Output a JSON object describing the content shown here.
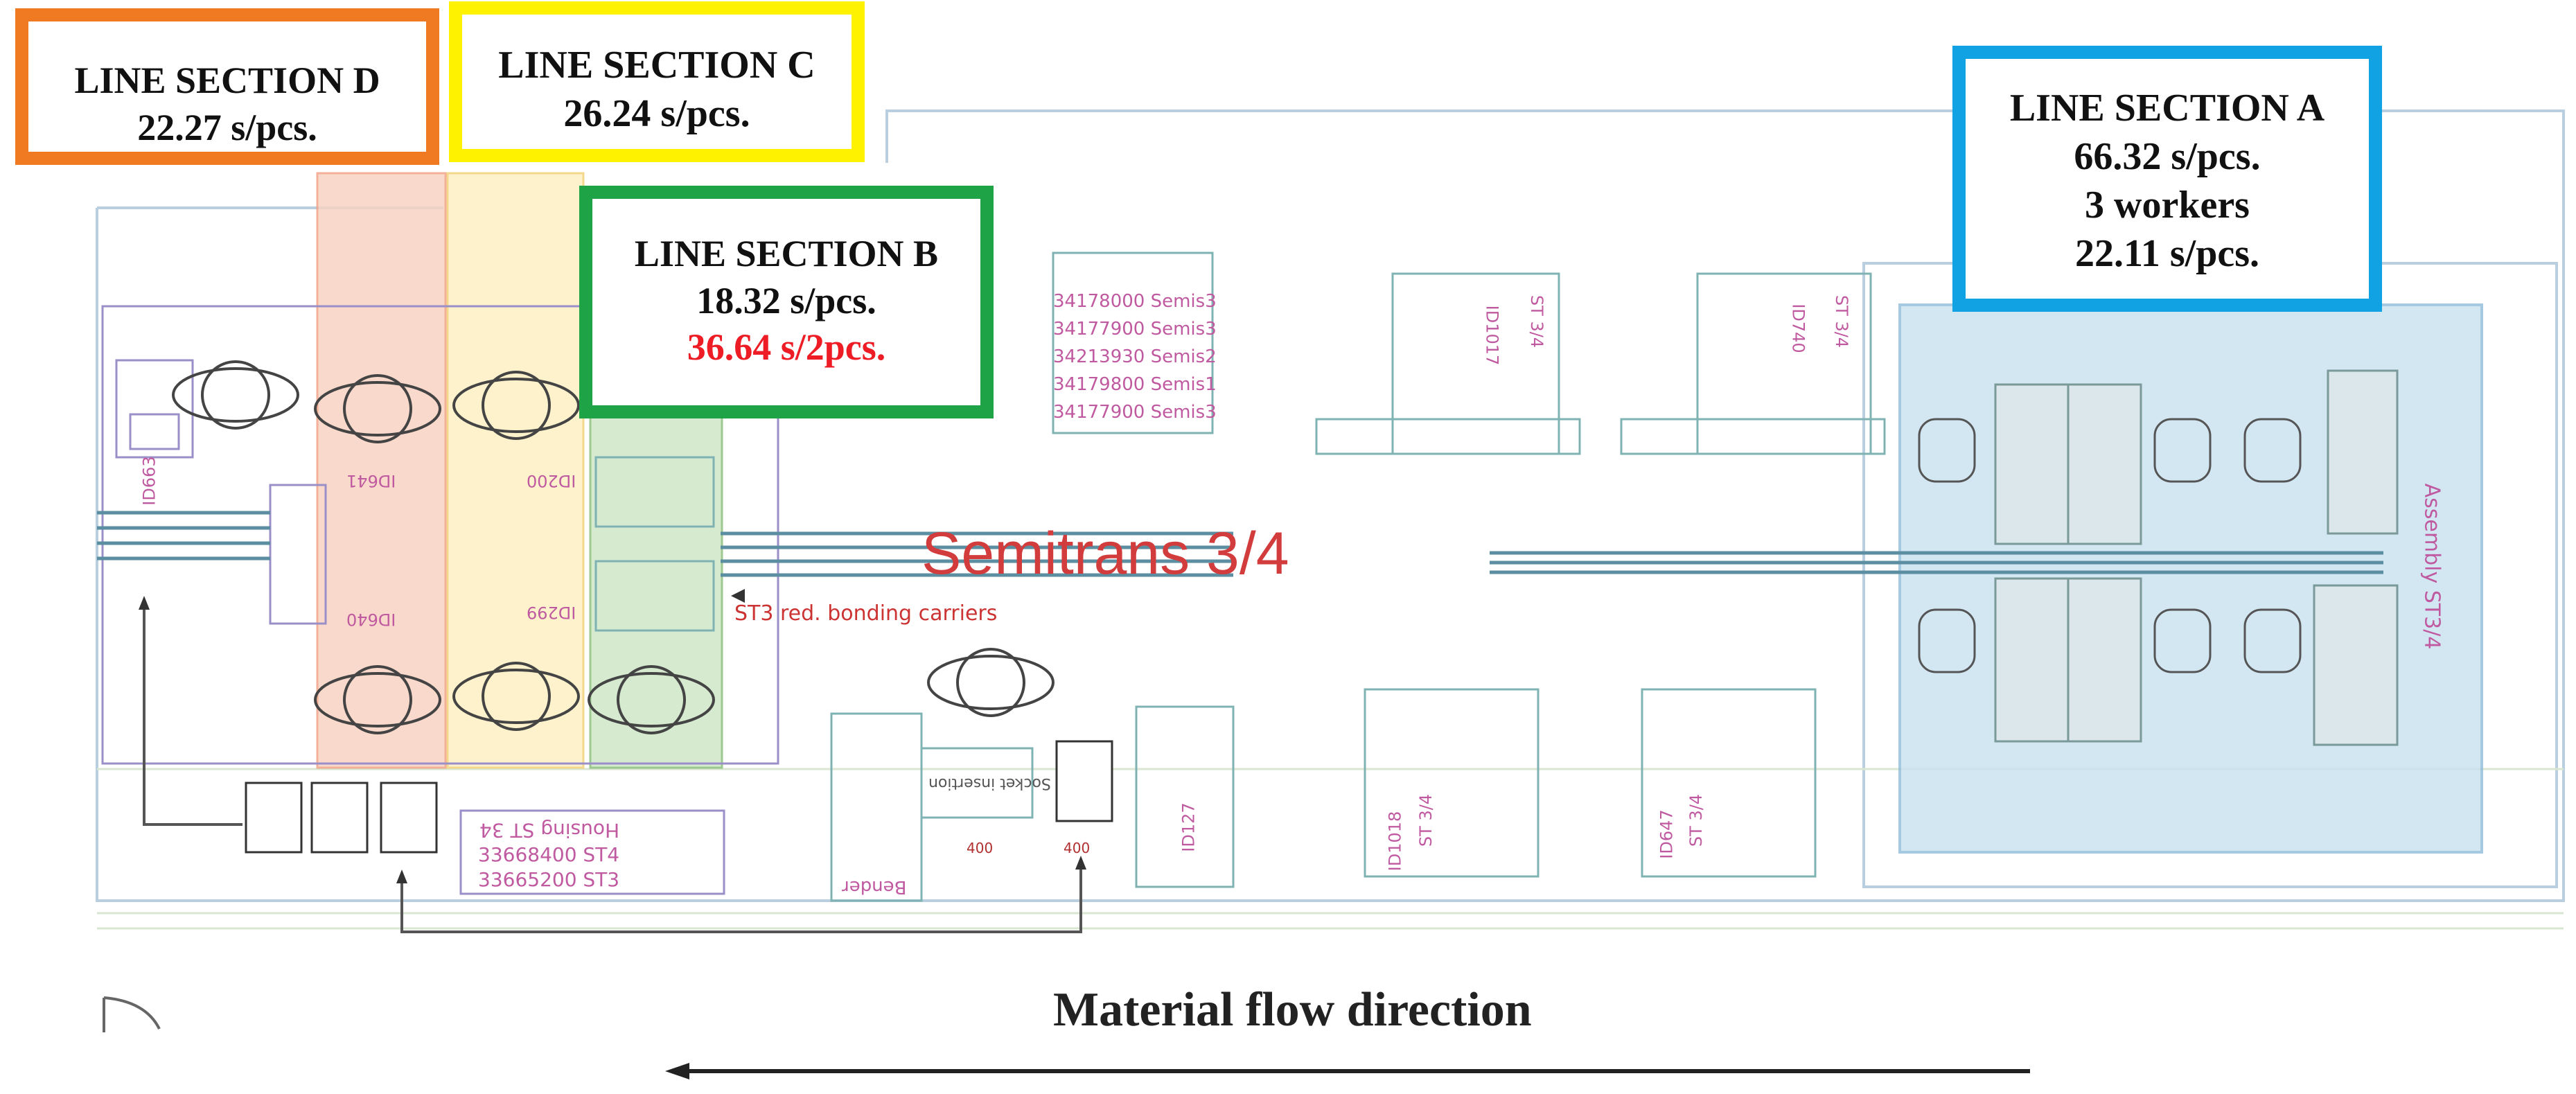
{
  "sections": {
    "d": {
      "title": "LINE SECTION D",
      "time": "22.27 s/pcs.",
      "color": "#f07a22"
    },
    "c": {
      "title": "LINE SECTION C",
      "time": "26.24 s/pcs.",
      "color": "#fff200"
    },
    "b": {
      "title": "LINE SECTION B",
      "time": "18.32 s/pcs.",
      "time2": "36.64 s/2pcs.",
      "color": "#1ea446"
    },
    "a": {
      "title": "LINE SECTION A",
      "time": "66.32 s/pcs.",
      "workers": "3 workers",
      "per_worker": "22.11 s/pcs.",
      "color": "#10a2e3"
    }
  },
  "plan": {
    "title": "Semitrans 3/4",
    "carriers_note": "ST3 red. bonding carriers",
    "semis_list": [
      "34178000 Semis3",
      "34177900 Semis3",
      "34213930 Semis2",
      "34179800 Semis1",
      "34177900 Semis3"
    ],
    "housing_label": "Housing ST 34",
    "housing_items": [
      "33668400 ST4",
      "33665200 ST3"
    ],
    "assembly_label": "Assembly ST3/4",
    "station_labels": [
      "ST 3/4",
      "ST 3/4",
      "ST 3/4",
      "ST 3/4"
    ],
    "ids": [
      "ID1017",
      "ID740",
      "ID1018",
      "ID647",
      "ID641",
      "ID640",
      "ID200",
      "ID299",
      "ID127",
      "ID663"
    ],
    "bender_label": "Bender",
    "socket_label": "Socket insertion",
    "small_labels": [
      "400",
      "400"
    ]
  },
  "flow": {
    "label": "Material flow direction"
  },
  "colors": {
    "outline": "#8fb3c9",
    "zone_orange": "#f9d3c2",
    "zone_yellow": "#fdf0c2",
    "zone_green": "#cfe7c7",
    "zone_blue": "#c9e2f1",
    "conveyor": "#5a8ea0"
  }
}
